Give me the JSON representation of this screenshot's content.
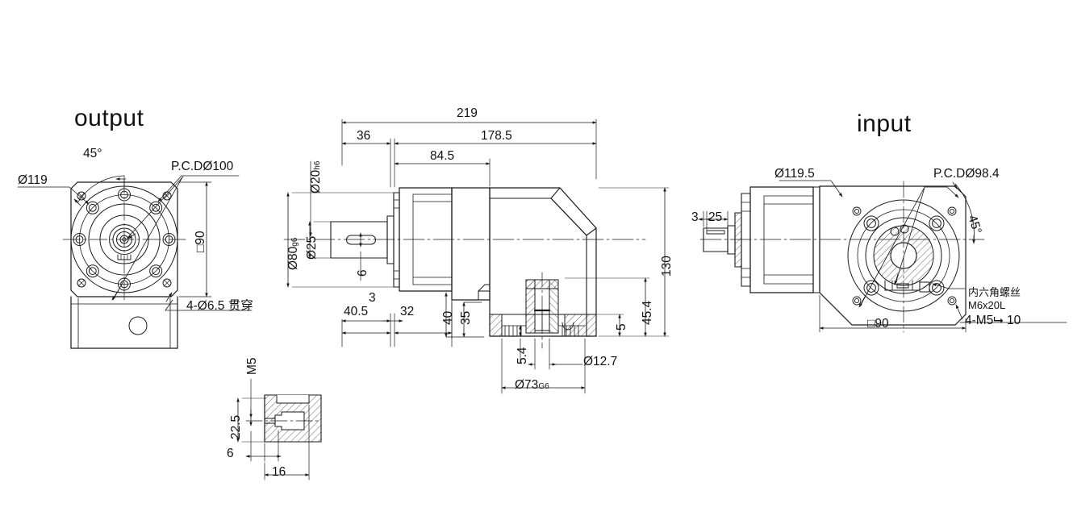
{
  "drawing": {
    "title_left": "output",
    "title_right": "input",
    "line_color": "#1a1a1a",
    "text_color": "#111111"
  },
  "views": {
    "output_face": {
      "name": "output",
      "labels": {
        "od": "Ø119",
        "angle": "45°",
        "pcd": "P.C.DØ100",
        "square": "□90",
        "holes": "4-Ø6.5 贯穿"
      }
    },
    "section_view": {
      "labels": {
        "total_len": "219",
        "len_178_5": "178.5",
        "len_84_5": "84.5",
        "len_36": "36",
        "len_40_5": "40.5",
        "len_32": "32",
        "len_3": "3",
        "shaft_dia": "Ø20",
        "shaft_tol": "h6",
        "flange_dia": "Ø80",
        "flange_tol": "g6",
        "key_len": "Ø25",
        "key_w": "6",
        "h_130": "130",
        "h_45_4": "45.4",
        "h_40": "40",
        "h_35": "35",
        "h_5": "5",
        "h_5_4": "5.4",
        "pilot_dia": "Ø73",
        "pilot_tol": "G6",
        "bore_12_7": "Ø12.7"
      }
    },
    "input_face": {
      "name": "input",
      "labels": {
        "od": "Ø119.5",
        "pcd": "P.C.DØ98.4",
        "angle": "45°",
        "square": "□90",
        "screw_note_cn": "内六角螺丝",
        "screw_note_size": "M6x20L",
        "tapped": "4-M5⮡ 10",
        "len_3": "3",
        "len_25": "25"
      }
    },
    "detail_view": {
      "labels": {
        "thread": "M5",
        "h_22_5": "22.5",
        "w_6": "6",
        "w_16": "16"
      }
    }
  }
}
